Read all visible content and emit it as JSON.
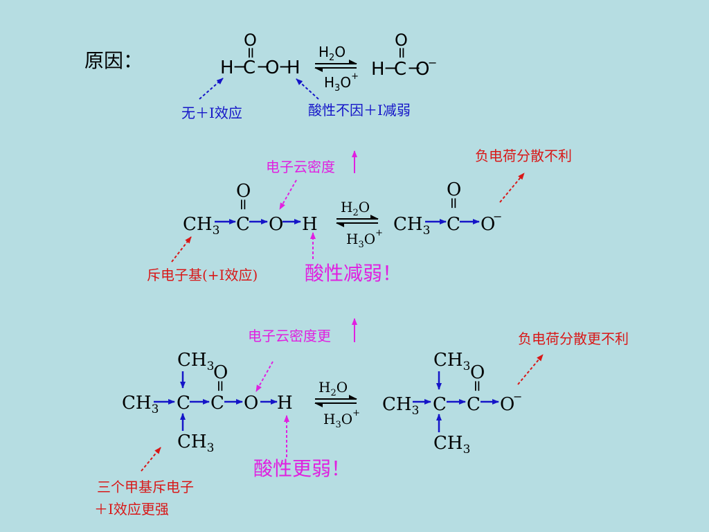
{
  "colors": {
    "background": "#b6dde2",
    "black": "#000000",
    "blue": "#1515c8",
    "red": "#d81818",
    "magenta": "#e020e0"
  },
  "title": "原因：",
  "reaction_common": {
    "water": "H",
    "water_sub": "2",
    "water_o": "O",
    "hydronium": "H",
    "hydronium_sub": "3",
    "hydronium_o": "O",
    "plus": "+",
    "minus": "−"
  },
  "formic": {
    "h_left": "H",
    "bond": "−",
    "c": "C",
    "o": "O",
    "h_right": "H",
    "o_top": "O",
    "double_bond": "=",
    "note_left": "无＋I效应",
    "note_right": "酸性不因＋I减弱"
  },
  "acetic": {
    "ch": "CH",
    "sub3": "3",
    "c": "C",
    "o": "O",
    "h": "H",
    "o_top": "O",
    "double_bond": "=",
    "density_note": "电子云密度",
    "up_arrow": "↑",
    "donor_note": "斥电子基(+I效应)",
    "acidity_note": "酸性减弱！",
    "dispersion_note": "负电荷分散不利"
  },
  "pivalic": {
    "ch": "CH",
    "sub3": "3",
    "c": "C",
    "o": "O",
    "h": "H",
    "o_top": "O",
    "double_bond": "=",
    "density_note": "电子云密度更",
    "up_arrow": "↑",
    "donor_note_line1": "三个甲基斥电子",
    "donor_note_line2": "＋I效应更强",
    "acidity_note": "酸性更弱！",
    "dispersion_note": "负电荷分散更不利"
  }
}
